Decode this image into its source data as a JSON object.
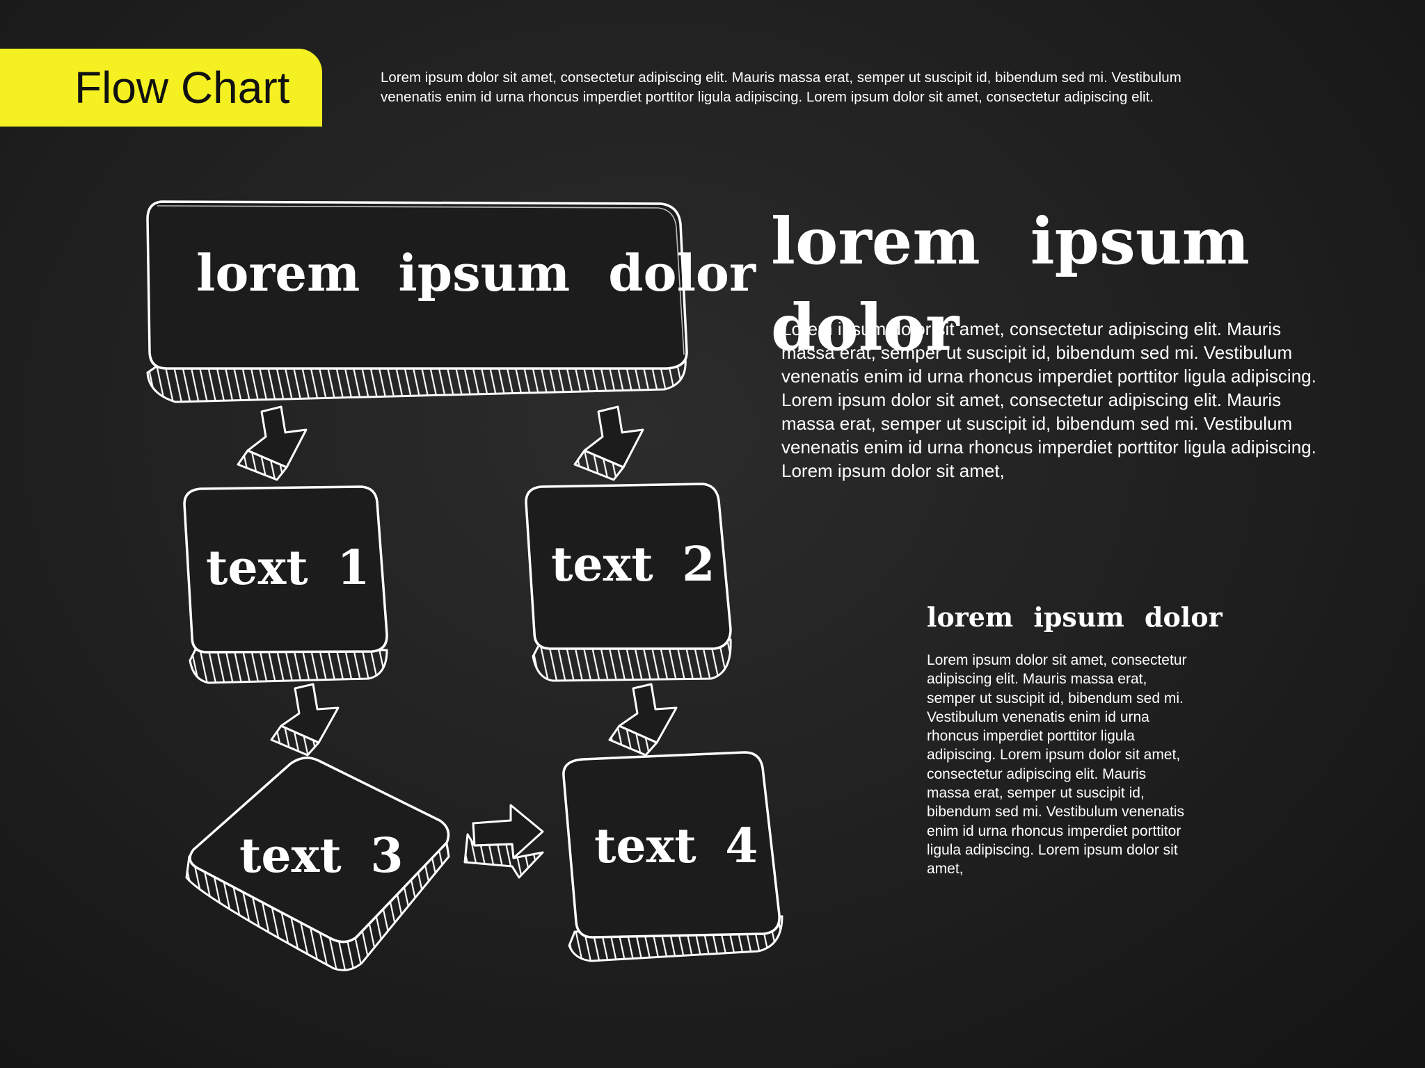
{
  "header": {
    "title": "Flow Chart",
    "intro": "Lorem ipsum dolor sit amet, consectetur adipiscing elit. Mauris massa erat, semper ut suscipit id, bibendum sed mi. Vestibulum venenatis enim id urna rhoncus imperdiet porttitor ligula adipiscing. Lorem ipsum dolor sit amet, consectetur adipiscing elit."
  },
  "diagram": {
    "top_box": "lorem  ipsum  dolor",
    "box1": "text 1",
    "box2": "text 2",
    "box3": "text 3",
    "box4": "text 4"
  },
  "side_main": {
    "heading": "lorem  ipsum  dolor",
    "body": "Lorem ipsum dolor sit amet, consectetur adipiscing elit. Mauris massa erat, semper ut suscipit id, bibendum sed mi. Vestibulum venenatis enim id urna rhoncus imperdiet porttitor ligula adipiscing. Lorem ipsum dolor sit amet, consectetur adipiscing elit. Mauris massa erat, semper ut suscipit id, bibendum sed mi. Vestibulum venenatis enim id urna rhoncus imperdiet porttitor ligula adipiscing. Lorem ipsum dolor sit amet,"
  },
  "side_secondary": {
    "heading": "lorem  ipsum  dolor",
    "body": "Lorem ipsum dolor sit amet, consectetur adipiscing elit. Mauris massa erat, semper ut suscipit id, bibendum sed mi. Vestibulum venenatis enim id urna rhoncus imperdiet porttitor ligula adipiscing. Lorem ipsum dolor sit amet, consectetur adipiscing elit. Mauris massa erat, semper ut suscipit id, bibendum sed mi. Vestibulum venenatis enim id urna rhoncus imperdiet porttitor ligula adipiscing. Lorem ipsum dolor sit amet,"
  },
  "colors": {
    "accent": "#f5f021",
    "background": "#1f1f1f",
    "chalk": "#ffffff"
  }
}
